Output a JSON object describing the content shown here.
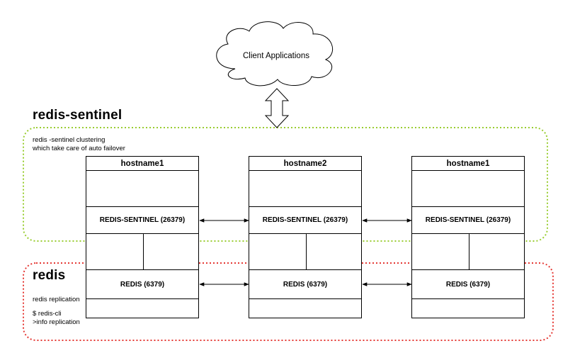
{
  "client": {
    "label": "Client Applications"
  },
  "sentinel_section": {
    "title": "redis-sentinel",
    "note": [
      "redis -sentinel clustering",
      "which take care of auto failover"
    ],
    "border_color": "#9ACD32"
  },
  "redis_section": {
    "title": "redis",
    "note": [
      "redis replication",
      "",
      "$ redis-cli",
      ">info replication"
    ],
    "border_color": "#E53935"
  },
  "hosts": [
    {
      "name": "hostname1",
      "sentinel": "REDIS-SENTINEL (26379)",
      "redis": "REDIS (6379)"
    },
    {
      "name": "hostname2",
      "sentinel": "REDIS-SENTINEL (26379)",
      "redis": "REDIS (6379)"
    },
    {
      "name": "hostname1",
      "sentinel": "REDIS-SENTINEL (26379)",
      "redis": "REDIS (6379)"
    }
  ]
}
